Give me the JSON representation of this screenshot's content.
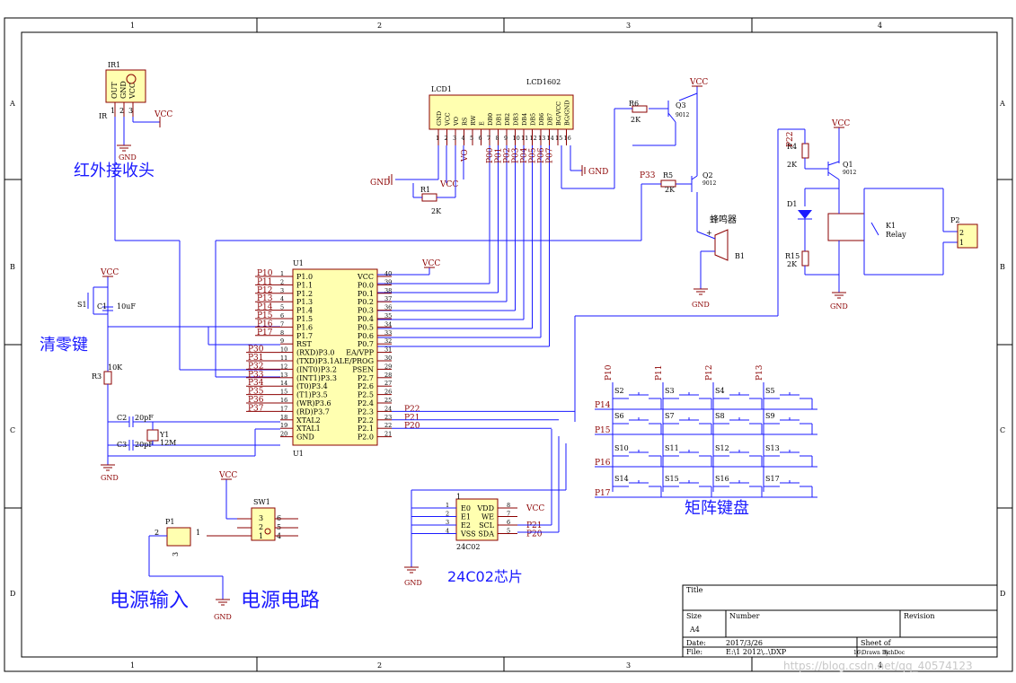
{
  "border": {
    "columns": [
      "1",
      "2",
      "3",
      "4"
    ],
    "rows": [
      "A",
      "B",
      "C",
      "D"
    ]
  },
  "ir": {
    "ref": "IR1",
    "pins": [
      "OUT",
      "GND",
      "VCC"
    ],
    "pin_nums": [
      "1",
      "2",
      "3"
    ],
    "net": "IR",
    "vcc": "VCC",
    "gnd": "GND",
    "caption": "红外接收头"
  },
  "lcd": {
    "ref": "LCD1",
    "name": "LCD1602",
    "pins": [
      "GND",
      "VCC",
      "VO",
      "RS",
      "RW",
      "E",
      "DB0",
      "DB1",
      "DB2",
      "DB3",
      "DB4",
      "DB5",
      "DB6",
      "DB7",
      "BG/VCC",
      "BG/GND"
    ],
    "pin_nums": [
      "1",
      "2",
      "3",
      "4",
      "5",
      "6",
      "7",
      "8",
      "9",
      "10",
      "11",
      "12",
      "13",
      "14",
      "15",
      "16"
    ],
    "data_nets": [
      "P00",
      "P01",
      "P02",
      "P03",
      "P04",
      "P05",
      "P06",
      "P07"
    ],
    "vo_net": "VO",
    "gnd1": "GND",
    "gnd2": "GND",
    "r1": "R1",
    "r1_val": "2K",
    "vcc": "VCC"
  },
  "buzzer": {
    "q3": "Q3",
    "q3_type": "9012",
    "r6": "R6",
    "r6_val": "2K",
    "q2": "Q2",
    "q2_type": "9012",
    "r5": "R5",
    "r5_val": "2K",
    "net": "P33",
    "vcc": "VCC",
    "name": "蜂鸣器",
    "ref": "B1",
    "plus": "+",
    "gnd": "GND"
  },
  "relay": {
    "vcc": "VCC",
    "r4": "R4",
    "r4_val": "2K",
    "net": "P22",
    "q1": "Q1",
    "q1_type": "9012",
    "d1": "D1",
    "r15": "R15",
    "r15_val": "2K",
    "k1": "K1",
    "k1_name": "Relay",
    "p2": "P2",
    "p2_pins": [
      "2",
      "1"
    ],
    "gnd": "GND"
  },
  "reset": {
    "vcc": "VCC",
    "s1": "S1",
    "c1": "C1",
    "c1_val": "10uF",
    "r3": "R3",
    "r3_val": "10K",
    "caption": "清零键"
  },
  "crystal": {
    "c2": "C2",
    "c2_val": "20pF",
    "c3": "C3",
    "c3_val": "20pF",
    "y1": "Y1",
    "y1_val": "12M",
    "gnd": "GND"
  },
  "mcu": {
    "ref": "U1",
    "ref2": "U1",
    "vcc": "VCC",
    "left_pins": [
      "P1.0",
      "P1.1",
      "P1.2",
      "P1.3",
      "P1.4",
      "P1.5",
      "P1.6",
      "P1.7",
      "RST",
      "(RXD)P3.0",
      "(TXD)P3.1",
      "(INT0)P3.2",
      "(INT1)P3.3",
      "(T0)P3.4",
      "(T1)P3.5",
      "(WR)P3.6",
      "(RD)P3.7",
      "XTAL2",
      "XTAL1",
      "GND"
    ],
    "left_nums": [
      "1",
      "2",
      "3",
      "4",
      "5",
      "6",
      "7",
      "8",
      "9",
      "10",
      "11",
      "12",
      "13",
      "14",
      "15",
      "16",
      "17",
      "18",
      "19",
      "20"
    ],
    "left_nets": [
      "P10",
      "P11",
      "P12",
      "P13",
      "P14",
      "P15",
      "P16",
      "P17",
      "",
      "P30",
      "P31",
      "P32",
      "P33",
      "P34",
      "P35",
      "P36",
      "P37",
      "",
      "",
      ""
    ],
    "right_pins": [
      "VCC",
      "P0.0",
      "P0.1",
      "P0.2",
      "P0.3",
      "P0.4",
      "P0.5",
      "P0.6",
      "P0.7",
      "EA/VPP",
      "ALE/PROG",
      "PSEN",
      "P2.7",
      "P2.6",
      "P2.5",
      "P2.4",
      "P2.3",
      "P2.2",
      "P2.1",
      "P2.0"
    ],
    "right_nums": [
      "40",
      "39",
      "38",
      "37",
      "36",
      "35",
      "34",
      "33",
      "32",
      "31",
      "30",
      "29",
      "28",
      "27",
      "26",
      "25",
      "24",
      "23",
      "22",
      "21"
    ],
    "right_nets": [
      "",
      "",
      "",
      "",
      "",
      "",
      "",
      "",
      "",
      "",
      "",
      "",
      "",
      "",
      "",
      "",
      "P22",
      "P21",
      "P20",
      ""
    ]
  },
  "eeprom": {
    "ref": "24C02",
    "top_pin": "1",
    "left_pins": [
      "E0",
      "E1",
      "E2",
      "VSS"
    ],
    "left_nums": [
      "1",
      "2",
      "3",
      "4"
    ],
    "right_pins": [
      "VDD",
      "WE",
      "SCL",
      "SDA"
    ],
    "right_nums": [
      "8",
      "7",
      "6",
      "5"
    ],
    "right_nets": [
      "VCC",
      "",
      "P21",
      "P20"
    ],
    "gnd": "GND",
    "caption": "24C02芯片"
  },
  "power": {
    "vcc": "VCC",
    "sw": "SW1",
    "sw_pins": [
      "3",
      "2",
      "1",
      "6",
      "5",
      "4"
    ],
    "p1": "P1",
    "p1_pins": [
      "2",
      "1",
      "3"
    ],
    "gnd": "GND",
    "caption1": "电源输入",
    "caption2": "电源电路"
  },
  "keypad": {
    "col_nets": [
      "P10",
      "P11",
      "P12",
      "P13"
    ],
    "row_nets": [
      "P14",
      "P15",
      "P16",
      "P17"
    ],
    "switches": [
      "S2",
      "S3",
      "S4",
      "S5",
      "S6",
      "S7",
      "S8",
      "S9",
      "S10",
      "S11",
      "S12",
      "S13",
      "S14",
      "S15",
      "S16",
      "S17"
    ],
    "caption": "矩阵键盘"
  },
  "title_block": {
    "title": "Title",
    "size_label": "Size",
    "size": "A4",
    "number": "Number",
    "revision": "Revision",
    "date_label": "Date:",
    "date": "2017/3/26",
    "sheet": "Sheet    of",
    "file_label": "File:",
    "file": "E:\\1        2012\\..\\DXP",
    "file2": "16\\Drawn By:",
    "file3": "SchDoc"
  },
  "watermark": "https://blog.csdn.net/qq_40574123"
}
